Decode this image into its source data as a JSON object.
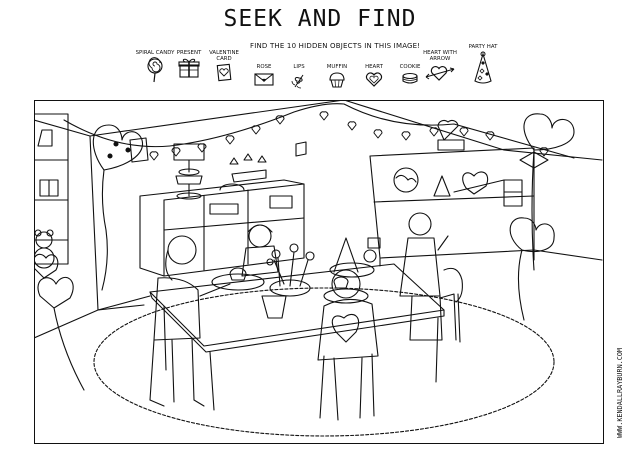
{
  "title": "SEEK AND FIND",
  "subtitle": "FIND THE 10 HIDDEN OBJECTS IN THIS IMAGE!",
  "objects": [
    {
      "label": "SPIRAL CANDY",
      "icon": "spiral-candy-icon"
    },
    {
      "label": "PRESENT",
      "icon": "present-icon"
    },
    {
      "label": "VALENTINE\nCARD",
      "icon": "valentine-card-icon"
    },
    {
      "label": "ROSE",
      "icon": "rose-icon"
    },
    {
      "label": "LIPS",
      "icon": "lips-icon"
    },
    {
      "label": "MUFFIN",
      "icon": "muffin-icon"
    },
    {
      "label": "HEART",
      "icon": "heart-icon"
    },
    {
      "label": "COOKIE",
      "icon": "cookie-icon"
    },
    {
      "label": "HEART WITH\nARROW",
      "icon": "heart-with-arrow-icon"
    },
    {
      "label": "PARTY HAT",
      "icon": "party-hat-icon"
    }
  ],
  "watermark": "WWW.KENDALLRAYBURN.COM",
  "colors": {
    "ink": "#111111",
    "paper": "#ffffff"
  }
}
